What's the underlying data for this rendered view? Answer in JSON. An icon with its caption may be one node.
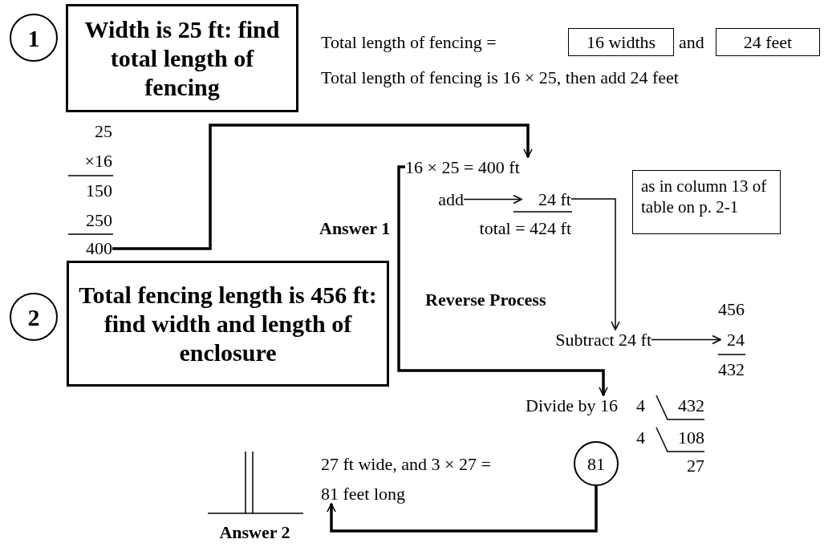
{
  "diagram": {
    "nodes": [
      {
        "text": [
          "1"
        ]
      },
      {
        "text": [
          "Width is 25 ft: find total length of fencing"
        ]
      },
      {
        "text": [
          "16 widths"
        ]
      },
      {
        "text": [
          "24 feet"
        ]
      },
      {
        "text": [
          "400"
        ]
      },
      {
        "text": [
          "16 × 25 = 400 ft"
        ]
      },
      {
        "text": [
          "add"
        ]
      },
      {
        "text": [
          "24 ft"
        ]
      },
      {
        "text": [
          "as in column 13 of table on p. 2-1"
        ]
      },
      {
        "text": [
          "2"
        ]
      },
      {
        "text": [
          "Total fencing length is 456 ft: find width and length of enclosure"
        ]
      },
      {
        "text": [
          "Subtract 24 ft"
        ]
      },
      {
        "text": [
          "24"
        ]
      },
      {
        "text": [
          "Divide by 16"
        ]
      },
      {
        "text": [
          "81"
        ]
      },
      {
        "text": [
          "81 feet long"
        ]
      }
    ],
    "edges": [
      {
        "from": 4,
        "to": 5,
        "arrow": "to",
        "style": "thick"
      },
      {
        "from": 6,
        "to": 7,
        "arrow": "to"
      },
      {
        "from": 7,
        "to": 11,
        "arrow": "to"
      },
      {
        "from": 5,
        "to": 13,
        "arrow": "to",
        "style": "thick",
        "label": "Answer 1"
      },
      {
        "from": 11,
        "to": 12,
        "arrow": "to"
      },
      {
        "from": 14,
        "to": 15,
        "arrow": "to",
        "style": "thick"
      }
    ],
    "labels": [
      "Total length of fencing =",
      "and",
      "Total length of fencing is 16 × 25, then add 24 feet",
      "25",
      "×16",
      "150",
      "250",
      "total = 424 ft",
      "Reverse Process",
      "456",
      "432",
      "4",
      "432",
      "4",
      "108",
      "27 ft wide, and 3 × 27 =",
      "27",
      "Answer 2"
    ]
  }
}
